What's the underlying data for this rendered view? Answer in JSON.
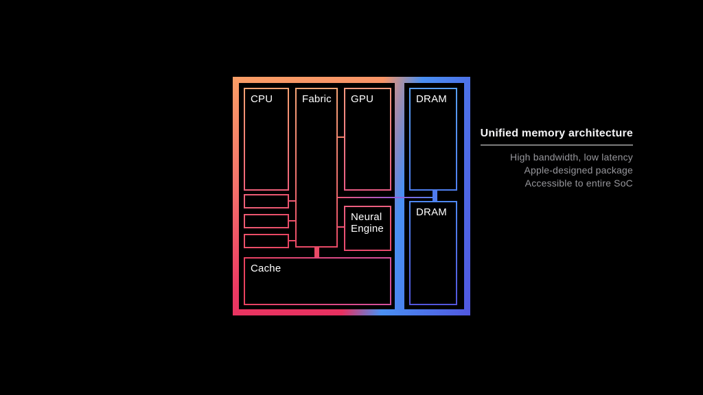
{
  "diagram": {
    "blocks": {
      "cpu": {
        "label": "CPU"
      },
      "fabric": {
        "label": "Fabric"
      },
      "gpu": {
        "label": "GPU"
      },
      "dram_top": {
        "label": "DRAM"
      },
      "neural_engine": {
        "label": "Neural Engine"
      },
      "cache": {
        "label": "Cache"
      },
      "dram_bottom": {
        "label": "DRAM"
      }
    }
  },
  "callout": {
    "title": "Unified memory architecture",
    "points": [
      "High bandwidth, low latency",
      "Apple-designed package",
      "Accessible to entire SoC"
    ]
  },
  "colors": {
    "background": "#000000",
    "gradient_orange": "#fa9e66",
    "gradient_pink": "#f0607a",
    "gradient_red": "#e52c60",
    "gradient_purple": "#9a5bd8",
    "gradient_blue": "#4a90f2",
    "gradient_indigo": "#5057e0",
    "title_color": "#f5f5f7",
    "subtitle_color": "#97979c"
  }
}
